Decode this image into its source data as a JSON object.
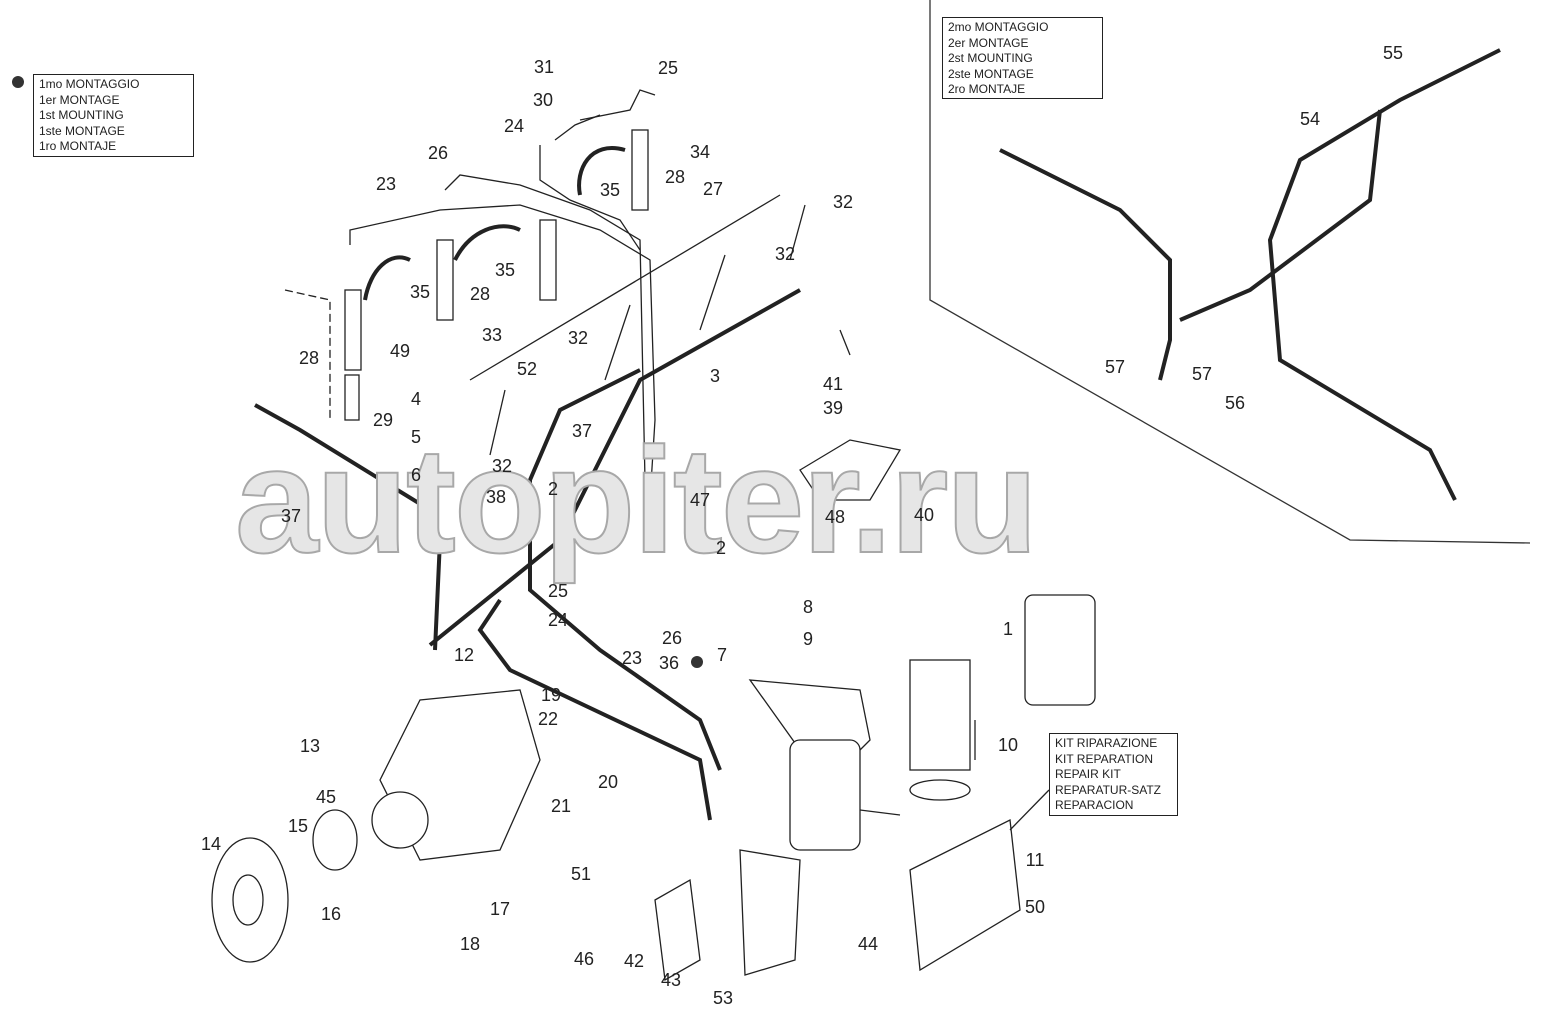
{
  "legend_first_mounting": [
    "1mo MONTAGGIO",
    "1er MONTAGE",
    "1st MOUNTING",
    "1ste MONTAGE",
    "1ro MONTAJE"
  ],
  "legend_second_mounting": [
    "2mo MONTAGGIO",
    "2er MONTAGE",
    "2st MOUNTING",
    "2ste MONTAGE",
    "2ro MONTAJE"
  ],
  "legend_repair_kit": [
    "KIT RIPARAZIONE",
    "KIT REPARATION",
    "REPAIR KIT",
    "REPARATUR-SATZ",
    "REPARACION"
  ],
  "watermark": "autopiter.ru",
  "callouts": [
    "31",
    "25",
    "30",
    "24",
    "34",
    "26",
    "35",
    "28",
    "23",
    "27",
    "32",
    "32",
    "35",
    "35",
    "28",
    "28",
    "49",
    "33",
    "32",
    "52",
    "3",
    "41",
    "39",
    "4",
    "29",
    "5",
    "37",
    "6",
    "32",
    "2",
    "38",
    "47",
    "48",
    "40",
    "37",
    "2",
    "25",
    "24",
    "26",
    "8",
    "9",
    "7",
    "1",
    "12",
    "23",
    "36",
    "10",
    "19",
    "22",
    "13",
    "20",
    "21",
    "45",
    "15",
    "14",
    "16",
    "51",
    "11",
    "50",
    "17",
    "18",
    "46",
    "42",
    "44",
    "43",
    "53",
    "55",
    "54",
    "57",
    "57",
    "56"
  ]
}
